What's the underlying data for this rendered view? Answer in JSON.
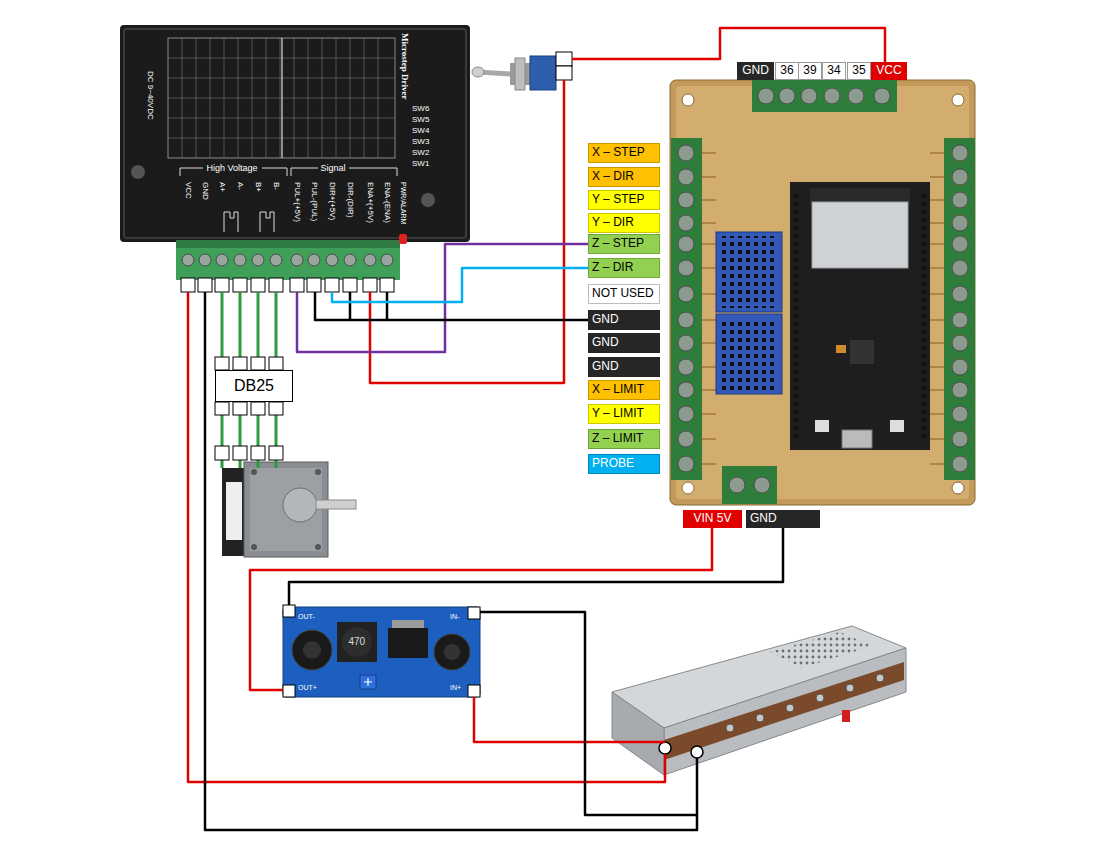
{
  "diagram": {
    "nodes": [
      {
        "text": [
          "Microstep Driver",
          "DC 9~40VDC",
          "SW6",
          "SW5",
          "SW4",
          "SW3",
          "SW2",
          "SW1",
          "High Voltage",
          "Signal",
          "VCC",
          "GND",
          "A+",
          "A-",
          "B+",
          "B-",
          "PUL+(+5V)",
          "PUL-(PUL)",
          "DIR+(+5V)",
          "DIR-(DIR)",
          "ENA+(+5V)",
          "ENA-(ENA)",
          "PWR/ALARM"
        ]
      },
      {
        "text": [
          "GND"
        ]
      },
      {
        "text": [
          "36"
        ]
      },
      {
        "text": [
          "39"
        ]
      },
      {
        "text": [
          "34"
        ]
      },
      {
        "text": [
          "35"
        ]
      },
      {
        "text": [
          "VCC"
        ]
      },
      {
        "text": [
          "X – STEP"
        ]
      },
      {
        "text": [
          "X – DIR"
        ]
      },
      {
        "text": [
          "Y – STEP"
        ]
      },
      {
        "text": [
          "Y – DIR"
        ]
      },
      {
        "text": [
          "Z – STEP"
        ]
      },
      {
        "text": [
          "Z – DIR"
        ]
      },
      {
        "text": [
          "NOT USED"
        ]
      },
      {
        "text": [
          "GND"
        ]
      },
      {
        "text": [
          "GND"
        ]
      },
      {
        "text": [
          "GND"
        ]
      },
      {
        "text": [
          "X – LIMIT"
        ]
      },
      {
        "text": [
          "Y – LIMIT"
        ]
      },
      {
        "text": [
          "Z – LIMIT"
        ]
      },
      {
        "text": [
          "PROBE"
        ]
      },
      {
        "text": [
          "DB25"
        ]
      },
      {
        "text": [
          "VIN 5V"
        ]
      },
      {
        "text": [
          "GND"
        ]
      },
      {
        "text": [
          "OUT-",
          "OUT+",
          "IN-",
          "IN+",
          "470"
        ]
      }
    ],
    "edges": [
      {
        "from": 11,
        "to": 0,
        "arrow": "none"
      },
      {
        "from": 12,
        "to": 0,
        "arrow": "none"
      },
      {
        "from": 14,
        "to": 0,
        "arrow": "none"
      },
      {
        "from": 0,
        "to": 21,
        "arrow": "none"
      },
      {
        "from": 0,
        "to": 21,
        "arrow": "none"
      },
      {
        "from": 0,
        "to": 21,
        "arrow": "none"
      },
      {
        "from": 0,
        "to": 21,
        "arrow": "none"
      },
      {
        "from": 24,
        "to": 22,
        "arrow": "none"
      },
      {
        "from": 24,
        "to": 23,
        "arrow": "none"
      }
    ]
  }
}
